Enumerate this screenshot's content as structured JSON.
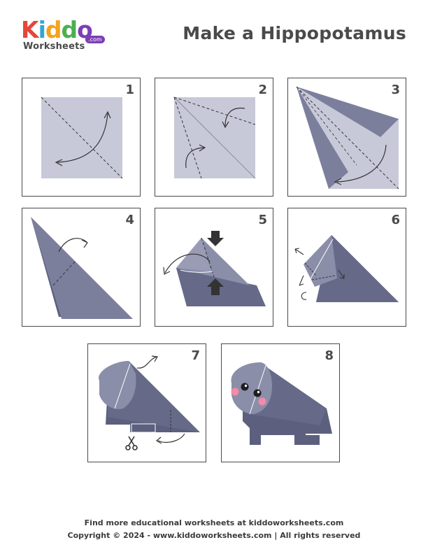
{
  "logo": {
    "letters": [
      "K",
      "i",
      "d",
      "d",
      "o"
    ],
    "letter_colors": [
      "#e4463a",
      "#2fa6d9",
      "#f4a31c",
      "#4caf50",
      "#7b3fb6"
    ],
    "sub": "Worksheets",
    "com": ".com"
  },
  "title": "Make a Hippopotamus",
  "steps": [
    "1",
    "2",
    "3",
    "4",
    "5",
    "6",
    "7",
    "8"
  ],
  "colors": {
    "paper_light": "#c7c9d9",
    "paper_mid": "#7c7f9c",
    "paper_dark": "#666a88",
    "line": "#333333",
    "cheek": "#f28aa8"
  },
  "footer": {
    "line1": "Find more educational worksheets at kiddoworksheets.com",
    "line2": "Copyright © 2024 - www.kiddoworksheets.com  |  All rights reserved"
  }
}
